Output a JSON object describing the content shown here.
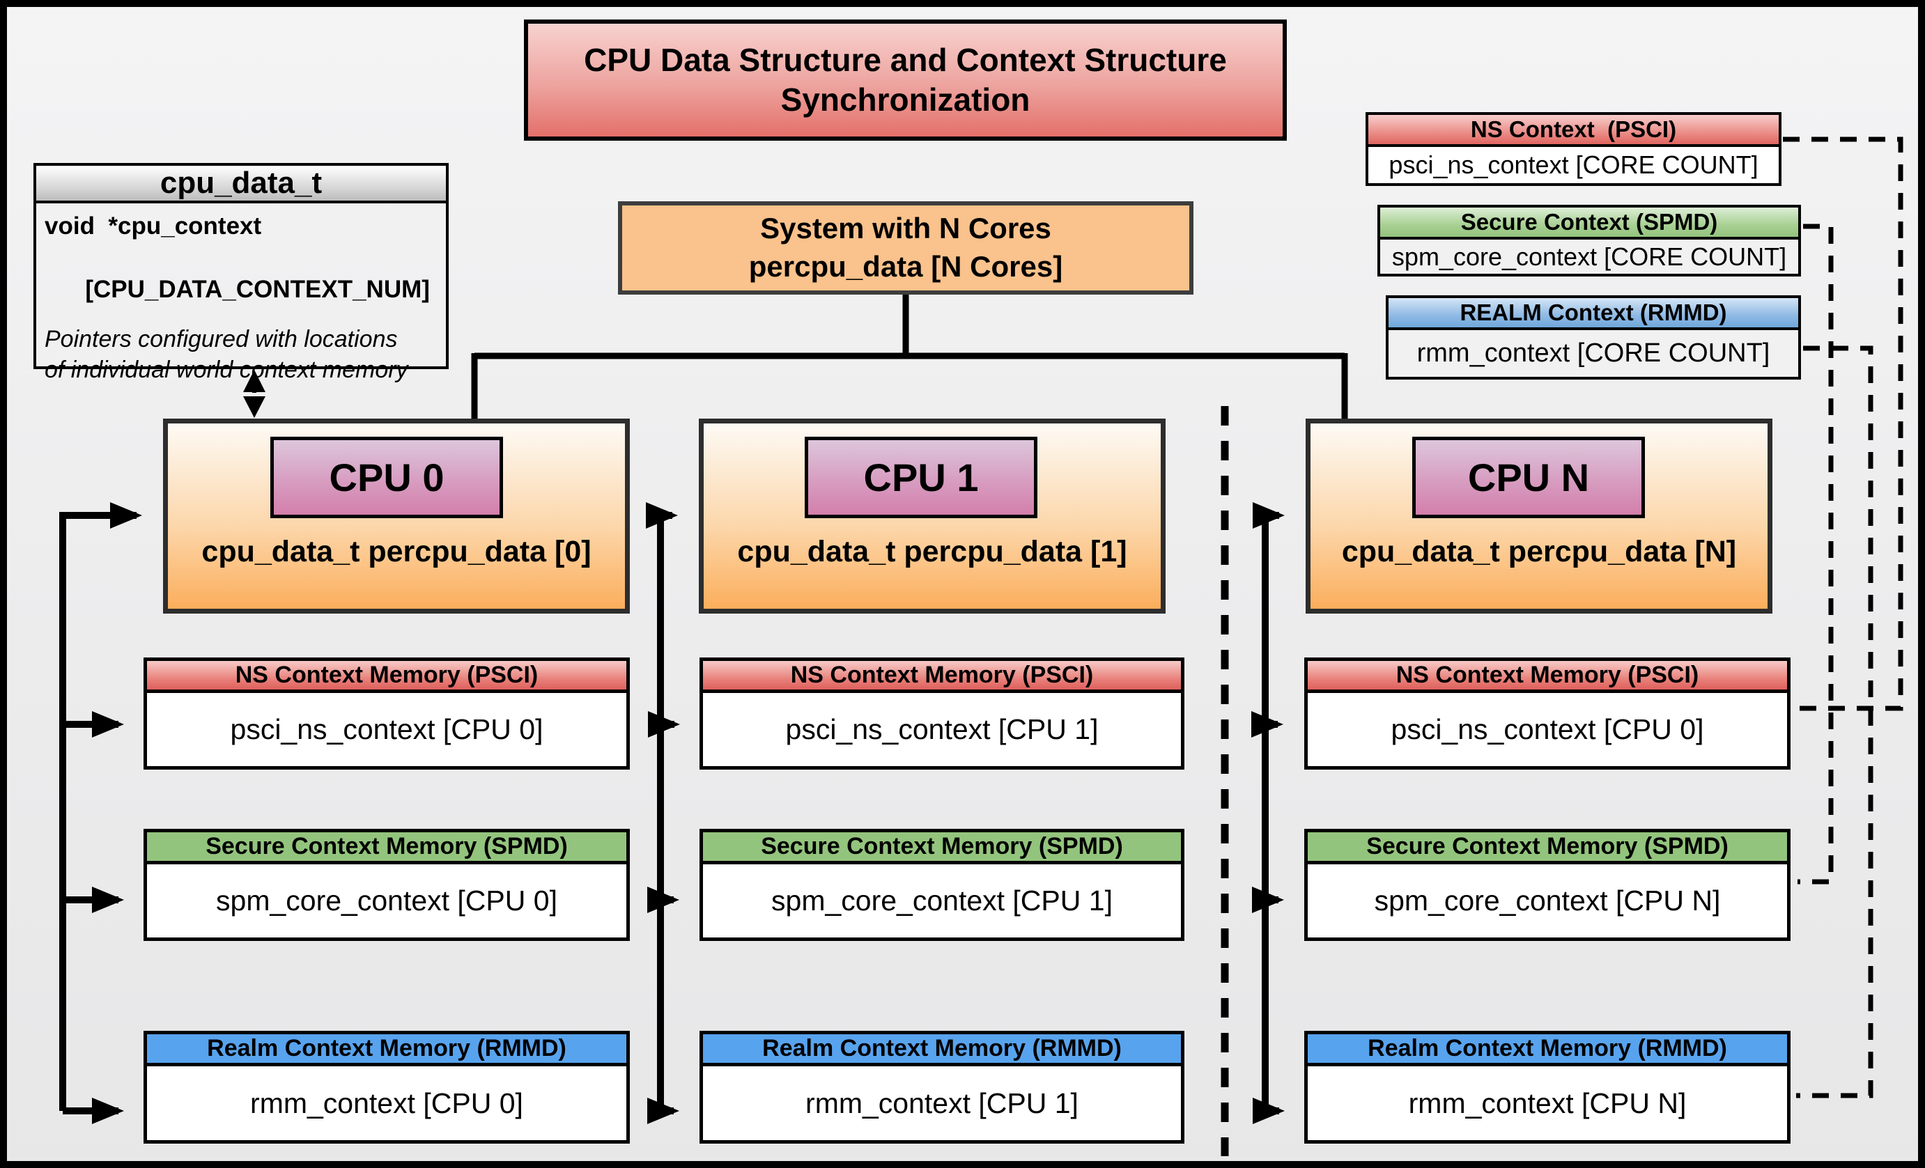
{
  "title": {
    "line1": "CPU Data Structure and Context Structure",
    "line2": "Synchronization"
  },
  "cpu_data_struct": {
    "header": "cpu_data_t",
    "field_line1": "void  *cpu_context",
    "field_line2": "[CPU_DATA_CONTEXT_NUM]",
    "note_line1": "Pointers configured with locations",
    "note_line2": "of individual world context memory"
  },
  "system": {
    "line1": "System with N Cores",
    "line2": "percpu_data [N Cores]"
  },
  "legend": {
    "ns": {
      "header": "NS Context  (PSCI)",
      "body": "psci_ns_context [CORE COUNT]"
    },
    "secure": {
      "header": "Secure Context (SPMD)",
      "body": "spm_core_context [CORE COUNT]"
    },
    "realm": {
      "header": "REALM Context (RMMD)",
      "body": "rmm_context [CORE COUNT]"
    }
  },
  "columns": [
    {
      "cpu": "CPU 0",
      "data": "cpu_data_t percpu_data [0]",
      "ns_header": "NS Context Memory (PSCI)",
      "ns_body": "psci_ns_context [CPU 0]",
      "secure_header": "Secure Context Memory (SPMD)",
      "secure_body": "spm_core_context [CPU 0]",
      "realm_header": "Realm Context Memory (RMMD)",
      "realm_body": "rmm_context [CPU 0]"
    },
    {
      "cpu": "CPU 1",
      "data": "cpu_data_t percpu_data [1]",
      "ns_header": "NS Context Memory (PSCI)",
      "ns_body": "psci_ns_context [CPU 1]",
      "secure_header": "Secure Context Memory (SPMD)",
      "secure_body": "spm_core_context [CPU 1]",
      "realm_header": "Realm Context Memory (RMMD)",
      "realm_body": "rmm_context [CPU 1]"
    },
    {
      "cpu": "CPU N",
      "data": "cpu_data_t percpu_data [N]",
      "ns_header": "NS Context Memory (PSCI)",
      "ns_body": "psci_ns_context [CPU 0]",
      "secure_header": "Secure Context Memory (SPMD)",
      "secure_body": "spm_core_context [CPU N]",
      "realm_header": "Realm Context Memory (RMMD)",
      "realm_body": "rmm_context [CPU N]"
    }
  ],
  "colors": {
    "title_red": "#e4706a",
    "system_orange": "#fac28c",
    "cpu_box_orange": "#fbae5c",
    "cpu_label_pink": "#d37fab",
    "ns_red": "#df605c",
    "secure_green": "#93c47d",
    "realm_blue": "#58a3ee",
    "background_gray": "#ececed"
  }
}
